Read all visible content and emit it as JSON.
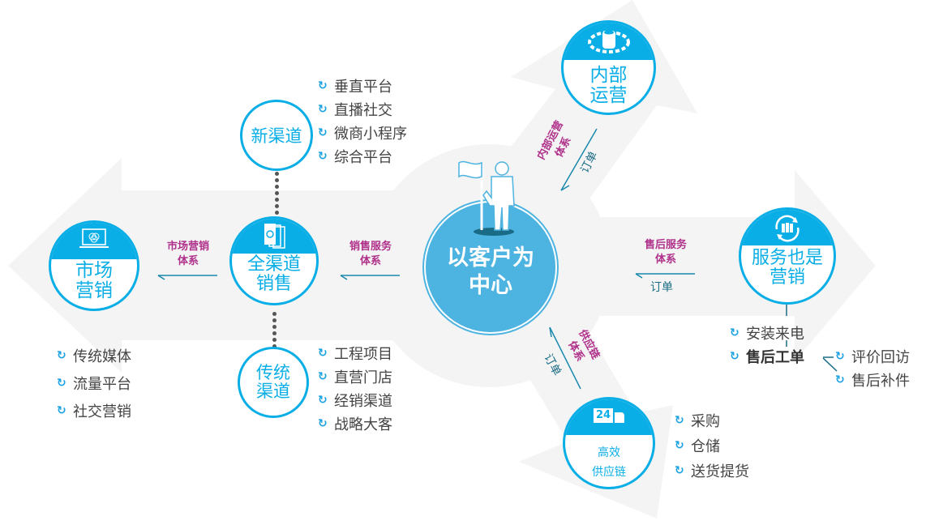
{
  "center": {
    "line1": "以客户为",
    "line2": "中心",
    "icon": "person-with-flag-icon"
  },
  "colors": {
    "accent": "#0aaee6",
    "center": "#4db3e0",
    "system_label": "#b0318b",
    "order_label": "#1a6c86",
    "arrow_bg": "#f3f3f3",
    "text": "#444444"
  },
  "nodes": {
    "market": {
      "line1": "市场",
      "line2": "营销",
      "icon": "laptop-venn-icon"
    },
    "omni": {
      "line1": "全渠道",
      "line2": "销售",
      "icon": "cards-icon"
    },
    "new_channel": {
      "label": "新渠道"
    },
    "traditional_channel": {
      "line1": "传统",
      "line2": "渠道"
    },
    "internal": {
      "line1": "内部",
      "line2": "运营",
      "icon": "gear-database-icon"
    },
    "service": {
      "line1": "服务也是",
      "line2": "营销",
      "icon": "team-cycle-icon"
    },
    "supply": {
      "line1": "高效",
      "line2": "供应链",
      "icon": "delivery-truck-24-icon",
      "badge": "24"
    }
  },
  "systems": {
    "market_system": {
      "line1": "市场营销",
      "line2": "体系"
    },
    "sales_system": {
      "line1": "销售服务",
      "line2": "体系"
    },
    "aftersales_system": {
      "line1": "售后服务",
      "line2": "体系",
      "order": "订单"
    },
    "internal_system": {
      "line1": "内部运营",
      "line2": "体系",
      "order": "订单"
    },
    "supply_system": {
      "line1": "供应链",
      "line2": "体系",
      "order": "订单"
    }
  },
  "lists": {
    "new_channel": [
      "垂直平台",
      "直播社交",
      "微商小程序",
      "综合平台"
    ],
    "traditional_channel": [
      "工程项目",
      "直营门店",
      "经销渠道",
      "战略大客"
    ],
    "market": [
      "传统媒体",
      "流量平台",
      "社交营销"
    ],
    "supply": [
      "采购",
      "仓储",
      "送货提货"
    ],
    "service": [
      "安装来电",
      "售后工单"
    ],
    "service_sub": [
      "评价回访",
      "售后补件"
    ]
  },
  "bullet_icon": "refresh-icon"
}
